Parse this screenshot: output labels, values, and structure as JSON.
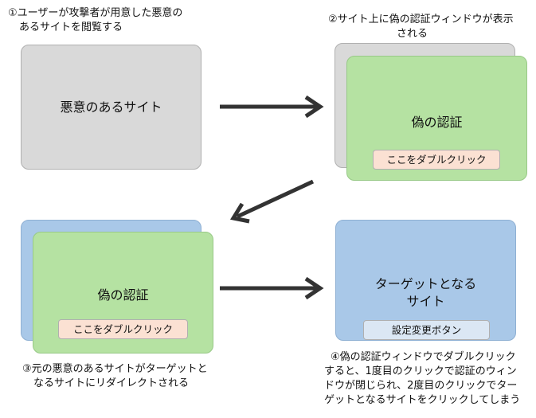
{
  "steps": {
    "step1": {
      "caption_line1": "①ユーザーが攻撃者が用意した悪意の",
      "caption_line2": "あるサイトを閲覧する",
      "box_label": "悪意のあるサイト"
    },
    "step2": {
      "caption_line1": "②サイト上に偽の認証ウィンドウが表示",
      "caption_line2": "される",
      "window_title": "偽の認証",
      "button_label": "ここをダブルクリック"
    },
    "step3": {
      "caption_line1": "③元の悪意のあるサイトがターゲットと",
      "caption_line2": "なるサイトにリダイレクトされる",
      "window_title": "偽の認証",
      "button_label": "ここをダブルクリック"
    },
    "step4": {
      "caption_line1": "④偽の認証ウィンドウでダブルクリック",
      "caption_line2": "すると、1度目のクリックで認証のウィン",
      "caption_line3": "ドウが閉じられ、2度目のクリックでター",
      "caption_line4": "ゲットとなるサイトをクリックしてしまう",
      "site_title_line1": "ターゲットとなる",
      "site_title_line2": "サイト",
      "button_label": "設定変更ボタン"
    }
  },
  "colors": {
    "gray_box": "#d9d9d9",
    "green_window": "#b5e2a2",
    "blue_site": "#a9c8e8",
    "peach_button": "#fbe1d3",
    "lightblue_button": "#dbe7f4",
    "arrow": "#333333"
  }
}
